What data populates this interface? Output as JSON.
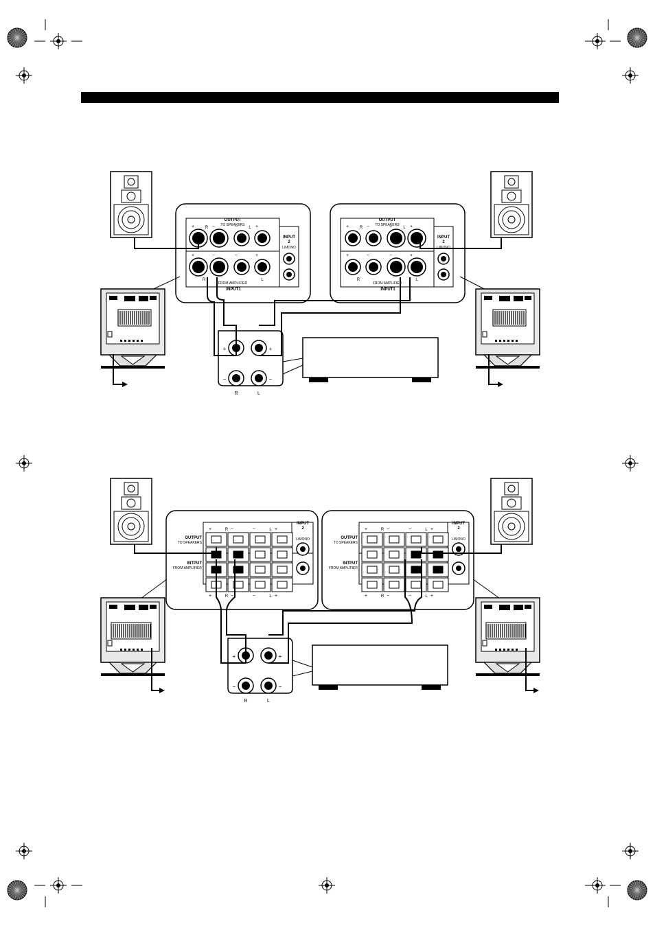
{
  "page": {
    "header_bar_color": "#000000",
    "registration_mark": "crosshair-registration-mark",
    "color_wheel_mark": "printer-color-wheel"
  },
  "diagram_top": {
    "output_label": "OUTPUT",
    "to_speakers": "TO SPEAKERS",
    "from_amplifier": "FROM AMPLIFIER",
    "input1": "INPUT1",
    "input2_line1": "INPUT",
    "input2_line2": "2",
    "mono_label": "L/MONO",
    "r_mark": "R",
    "l_mark": "L",
    "plus": "+",
    "minus": "−"
  },
  "diagram_bottom": {
    "output_label": "OUTPUT",
    "to_speakers": "TO SPEAKERS",
    "intput_label": "INTPUT",
    "from_amplifier": "FROM AMPLIFIER",
    "input2_line1": "INPUT",
    "input2_line2": "2",
    "mono_label": "L/MONO",
    "r_mark": "R",
    "l_mark": "L",
    "plus": "+",
    "minus": "−"
  },
  "amplifier": {
    "r_mark": "R",
    "l_mark": "L",
    "plus": "+",
    "minus": "−"
  }
}
